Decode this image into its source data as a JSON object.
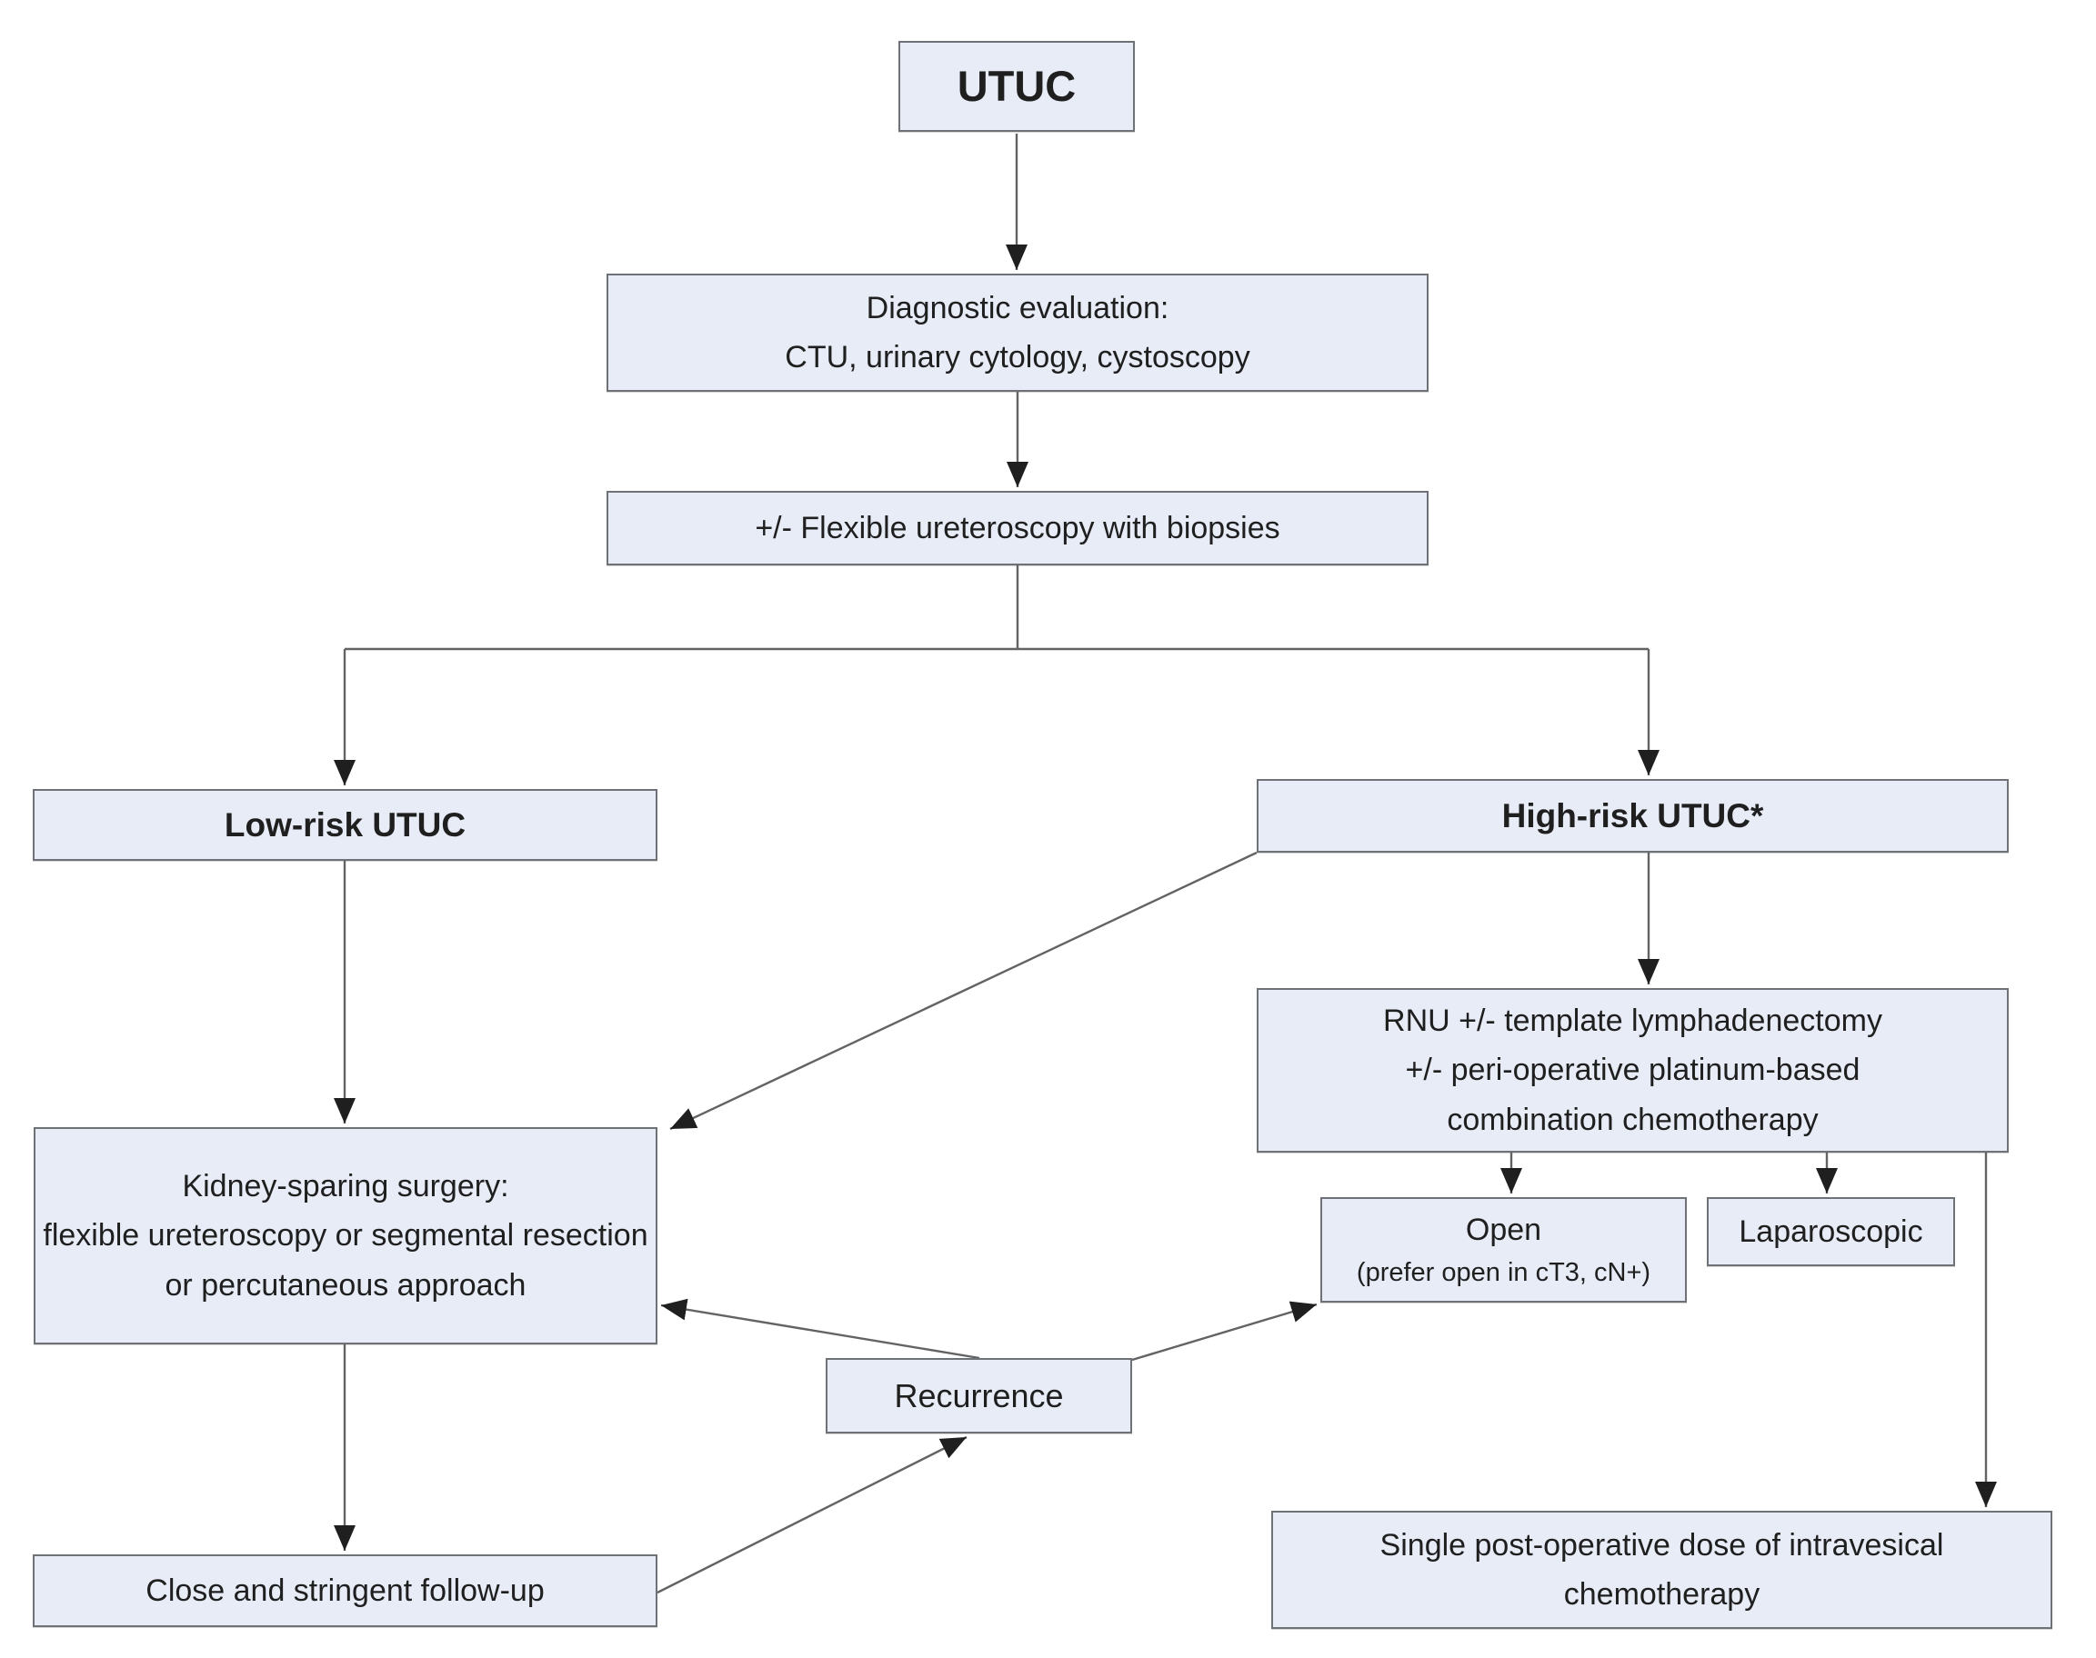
{
  "title": "UTUC treatment flowchart",
  "colors": {
    "box_fill": "#e7ecf7",
    "box_border": "#6e7277",
    "connector_line": "#636363",
    "arrowhead": "#1f1f1f",
    "text": "#1f1f1f",
    "background": "#ffffff"
  },
  "nodes": {
    "utuc": {
      "label": "UTUC"
    },
    "diagnostic": {
      "label": "Diagnostic evaluation:\nCTU, urinary cytology, cystoscopy"
    },
    "flexible": {
      "label": "+/- Flexible ureteroscopy with biopsies"
    },
    "low_risk": {
      "label": "Low-risk UTUC"
    },
    "high_risk": {
      "label": "High-risk UTUC*"
    },
    "kidney_sparing": {
      "label": "Kidney-sparing surgery:\nflexible ureteroscopy or segmental resection\nor percutaneous approach"
    },
    "rnu": {
      "label": "RNU +/- template lymphadenectomy\n+/- peri-operative platinum-based\ncombination chemotherapy"
    },
    "open": {
      "label": "Open",
      "sublabel": "(prefer open in cT3, cN+)"
    },
    "laparoscopic": {
      "label": "Laparoscopic"
    },
    "recurrence": {
      "label": "Recurrence"
    },
    "follow_up": {
      "label": "Close and stringent follow-up"
    },
    "single_dose": {
      "label": "Single post-operative dose of intravesical\nchemotherapy"
    }
  },
  "edges": [
    "UTUC -> Diagnostic evaluation",
    "Diagnostic evaluation -> +/- Flexible ureteroscopy with biopsies",
    "+/- Flexible ureteroscopy with biopsies -> Low-risk UTUC",
    "+/- Flexible ureteroscopy with biopsies -> High-risk UTUC*",
    "Low-risk UTUC -> Kidney-sparing surgery",
    "High-risk UTUC* -> Kidney-sparing surgery",
    "High-risk UTUC* -> RNU",
    "RNU -> Open",
    "RNU -> Laparoscopic",
    "RNU -> Single post-operative dose of intravesical chemotherapy",
    "Kidney-sparing surgery -> Close and stringent follow-up",
    "Close and stringent follow-up -> Recurrence",
    "Recurrence -> Kidney-sparing surgery",
    "Recurrence -> Open"
  ]
}
